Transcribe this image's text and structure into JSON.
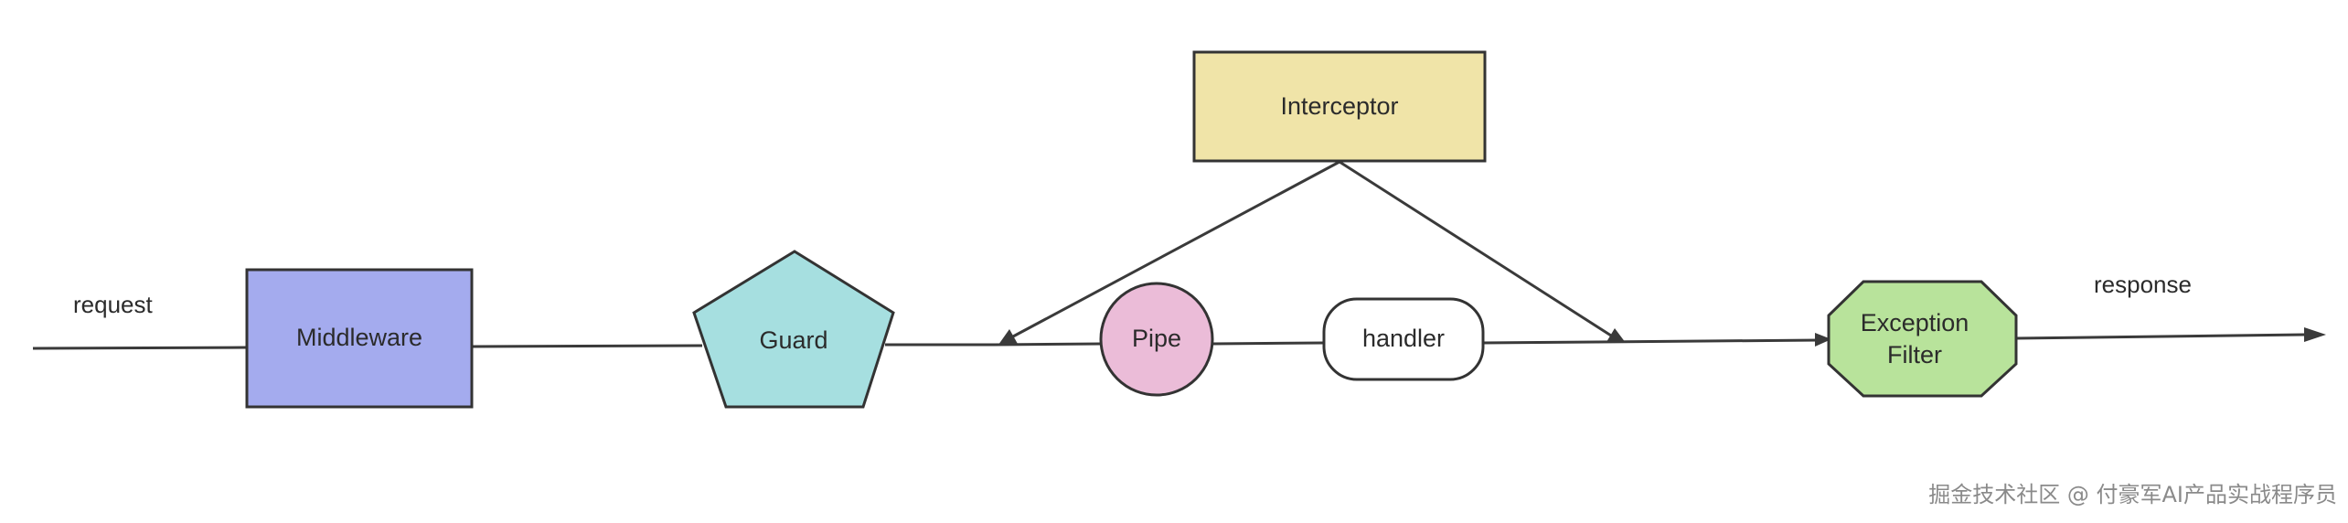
{
  "diagram": {
    "flow_labels": {
      "request": "request",
      "response": "response"
    },
    "nodes": {
      "middleware": {
        "label": "Middleware",
        "color": "#a4abee",
        "shape": "rectangle"
      },
      "guard": {
        "label": "Guard",
        "color": "#a6dfe0",
        "shape": "pentagon"
      },
      "pipe": {
        "label": "Pipe",
        "color": "#ebbcd8",
        "shape": "circle"
      },
      "handler": {
        "label": "handler",
        "color": "#ffffff",
        "shape": "rounded-rectangle"
      },
      "interceptor": {
        "label": "Interceptor",
        "color": "#f0e4a8",
        "shape": "rectangle"
      },
      "exception_filter": {
        "label_line1": "Exception",
        "label_line2": "Filter",
        "color": "#b8e39b",
        "shape": "octagon"
      }
    },
    "stroke_color": "#3a3a3a"
  },
  "watermark": {
    "text": "掘金技术社区 @ 付豪军AI产品实战程序员"
  }
}
